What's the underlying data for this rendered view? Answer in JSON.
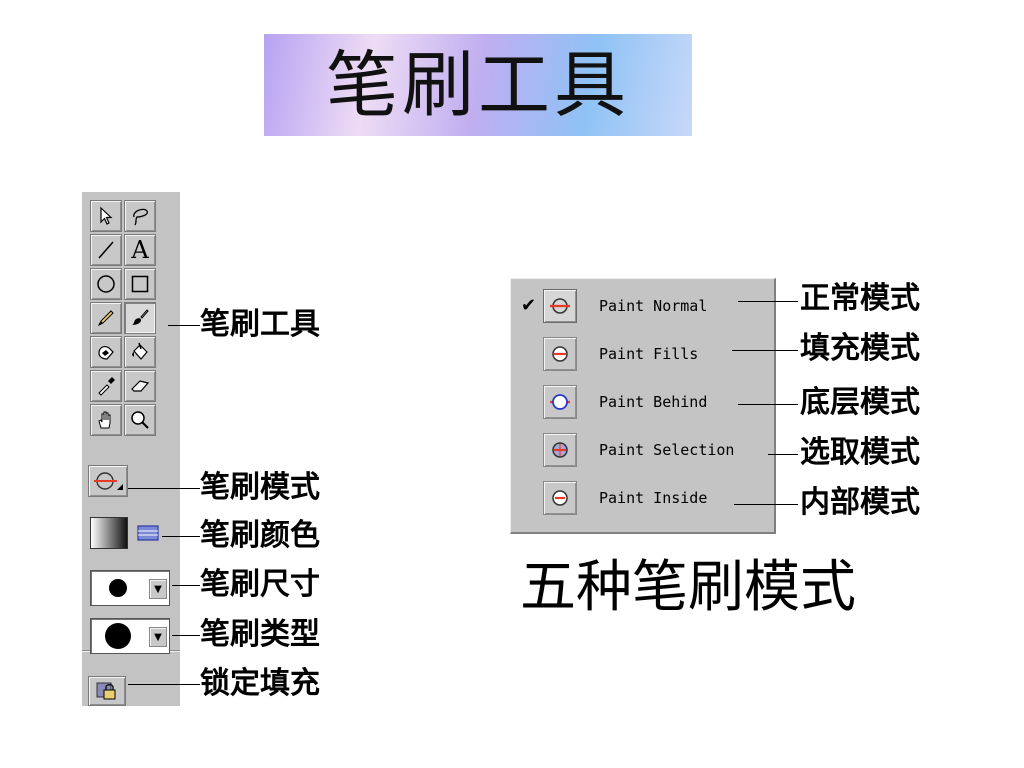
{
  "title": "笔刷工具",
  "toolbox": {
    "tools": [
      {
        "icon": "arrow-icon"
      },
      {
        "icon": "lasso-icon"
      },
      {
        "icon": "line-icon"
      },
      {
        "icon": "text-icon",
        "glyph": "A"
      },
      {
        "icon": "oval-icon"
      },
      {
        "icon": "rectangle-icon"
      },
      {
        "icon": "pencil-icon"
      },
      {
        "icon": "brush-icon"
      },
      {
        "icon": "ink-bottle-icon"
      },
      {
        "icon": "paint-bucket-icon"
      },
      {
        "icon": "dropper-icon"
      },
      {
        "icon": "eraser-icon"
      },
      {
        "icon": "hand-icon"
      },
      {
        "icon": "magnifier-icon"
      }
    ],
    "brush_tool_label": "笔刷工具",
    "brush_mode_label": "笔刷模式",
    "brush_color_label": "笔刷颜色",
    "brush_size_label": "笔刷尺寸",
    "brush_type_label": "笔刷类型",
    "lock_fill_label": "锁定填充"
  },
  "brush_modes": [
    {
      "label": "Paint Normal",
      "cn": "正常模式",
      "checked": true
    },
    {
      "label": "Paint Fills",
      "cn": "填充模式",
      "checked": false
    },
    {
      "label": "Paint Behind",
      "cn": "底层模式",
      "checked": false
    },
    {
      "label": "Paint Selection",
      "cn": "选取模式",
      "checked": false
    },
    {
      "label": "Paint Inside",
      "cn": "内部模式",
      "checked": false
    }
  ],
  "check_glyph": "✔",
  "subtitle": "五种笔刷模式",
  "colors": {
    "accent_red": "#e83a2a",
    "panel_gray": "#c4c4c4"
  }
}
